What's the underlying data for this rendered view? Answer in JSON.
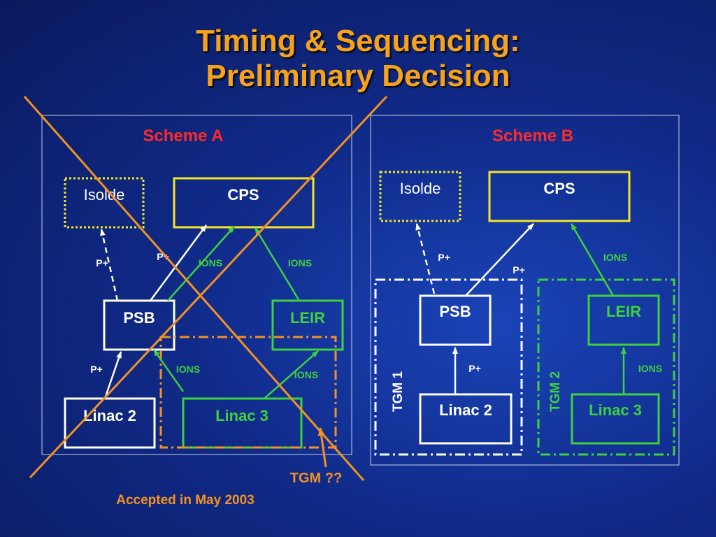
{
  "title": {
    "line1": "Timing & Sequencing:",
    "line2": "Preliminary Decision"
  },
  "scheme_a": {
    "heading": "Scheme A",
    "isolde": "Isolde",
    "cps": "CPS",
    "psb": "PSB",
    "leir": "LEIR",
    "linac2": "Linac 2",
    "linac3": "Linac 3",
    "p_plus": "P+",
    "ions": "IONS",
    "tgm_question": "TGM ??",
    "accepted": "Accepted in May 2003"
  },
  "scheme_b": {
    "heading": "Scheme B",
    "isolde": "Isolde",
    "cps": "CPS",
    "psb": "PSB",
    "leir": "LEIR",
    "linac2": "Linac 2",
    "linac3": "Linac 3",
    "p_plus": "P+",
    "ions": "IONS",
    "tgm1": "TGM 1",
    "tgm2": "TGM 2"
  },
  "colors": {
    "title": "#f7a21b",
    "scheme_heading": "#ff2a2a",
    "cps_box": "#f5e625",
    "ion_green": "#3ed13e",
    "cross_orange": "#f29222",
    "white": "#ffffff"
  }
}
